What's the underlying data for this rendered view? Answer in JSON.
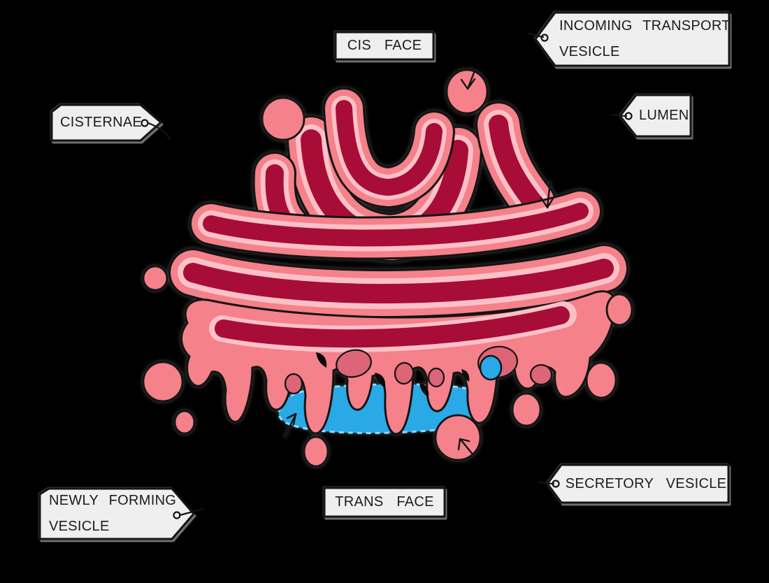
{
  "labels": {
    "cis_face": {
      "text": "CIS FACE"
    },
    "incoming_transport_vesicle": {
      "line1": "INCOMING TRANSPORT",
      "line2": "VESICLE"
    },
    "cisternae": {
      "text": "CISTERNAE"
    },
    "lumen": {
      "text": "LUMEN"
    },
    "newly_forming_vesicle": {
      "line1": "NEWLY FORMING",
      "line2": "VESICLE"
    },
    "trans_face": {
      "text": "TRANS FACE"
    },
    "secretory_vesicle": {
      "text": "SECRETORY VESICLE"
    }
  },
  "colors": {
    "background": "#000000",
    "tag_fill": "#EFEFEF",
    "tag_border": "#141414",
    "outline": "#141414",
    "membrane_salmon": "#F5818A",
    "membrane_shadow_rose": "#DC6577",
    "inner_lining_pink": "#FBC1C7",
    "lumen_crimson": "#A80D37",
    "trans_network_blue": "#29A9E6",
    "trans_network_blue_edge": "#8FD9FF"
  }
}
